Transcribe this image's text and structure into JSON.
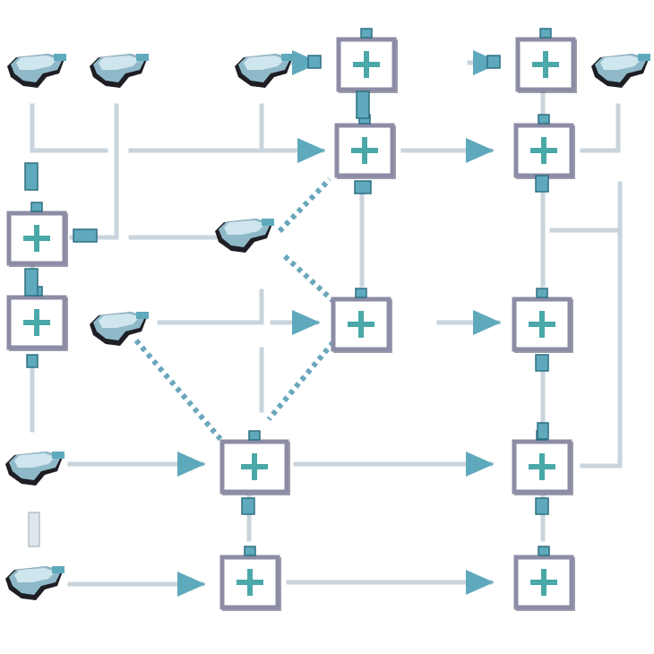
{
  "diagram": {
    "colors": {
      "background": "#ffffff",
      "box_border": "#8c8ca6",
      "box_border_shadow": "#5f5f78",
      "box_fill": "#ffffff",
      "plus": "#4aa8a8",
      "connector": "#c9d4dc",
      "connector_outline": "#9aa8b2",
      "port": "#5fa9bd",
      "port_dark": "#2f6f80",
      "arrow": "#5fa9bd",
      "dotted": "#6aa7bd",
      "source_light": "#cfe6ee",
      "source_mid": "#8fb9c9",
      "source_dark": "#1e1e24"
    },
    "icons": {
      "process": "plus-box-icon",
      "source": "cloud-source-icon"
    },
    "nodes": [
      {
        "id": "s1",
        "kind": "source"
      },
      {
        "id": "s2",
        "kind": "source"
      },
      {
        "id": "s3",
        "kind": "source"
      },
      {
        "id": "s4",
        "kind": "source"
      },
      {
        "id": "s5",
        "kind": "source"
      },
      {
        "id": "s6",
        "kind": "source"
      },
      {
        "id": "s7",
        "kind": "source"
      },
      {
        "id": "s8",
        "kind": "source"
      },
      {
        "id": "b1",
        "kind": "process"
      },
      {
        "id": "b2",
        "kind": "process"
      },
      {
        "id": "b3",
        "kind": "process"
      },
      {
        "id": "b4",
        "kind": "process"
      },
      {
        "id": "b5",
        "kind": "process"
      },
      {
        "id": "b6",
        "kind": "process"
      },
      {
        "id": "b7",
        "kind": "process"
      },
      {
        "id": "b8",
        "kind": "process"
      },
      {
        "id": "b9",
        "kind": "process"
      },
      {
        "id": "b10",
        "kind": "process"
      },
      {
        "id": "b11",
        "kind": "process"
      },
      {
        "id": "b12",
        "kind": "process"
      }
    ],
    "edges": [
      {
        "from": "s3",
        "to": "b1",
        "style": "solid"
      },
      {
        "from": "b1",
        "to": "b2",
        "style": "solid"
      },
      {
        "from": "b2",
        "to": "b4",
        "style": "solid"
      },
      {
        "from": "b3",
        "to": "b4",
        "style": "solid"
      },
      {
        "from": "b4",
        "to": "b7",
        "style": "solid"
      },
      {
        "from": "b7",
        "to": "b10",
        "style": "solid"
      },
      {
        "from": "b10",
        "to": "b12",
        "style": "solid"
      },
      {
        "from": "b9",
        "to": "b10",
        "style": "solid"
      },
      {
        "from": "b11",
        "to": "b12",
        "style": "solid"
      },
      {
        "from": "b9",
        "to": "b11",
        "style": "solid"
      },
      {
        "from": "b6",
        "to": "b7",
        "style": "solid"
      },
      {
        "from": "s1",
        "to": "b2",
        "style": "solid"
      },
      {
        "from": "s2",
        "to": "b2",
        "style": "solid"
      },
      {
        "from": "s6",
        "to": "b9",
        "style": "solid"
      },
      {
        "from": "s8",
        "to": "b11",
        "style": "solid"
      },
      {
        "from": "s5",
        "to": "b6",
        "style": "solid"
      },
      {
        "from": "b5",
        "to": "s4",
        "style": "solid"
      },
      {
        "from": "s4",
        "to": "b2",
        "style": "dotted"
      },
      {
        "from": "s4",
        "to": "b6",
        "style": "dotted"
      },
      {
        "from": "s7",
        "to": "b9",
        "style": "dotted"
      },
      {
        "from": "b6",
        "to": "b9",
        "style": "dotted"
      }
    ]
  }
}
